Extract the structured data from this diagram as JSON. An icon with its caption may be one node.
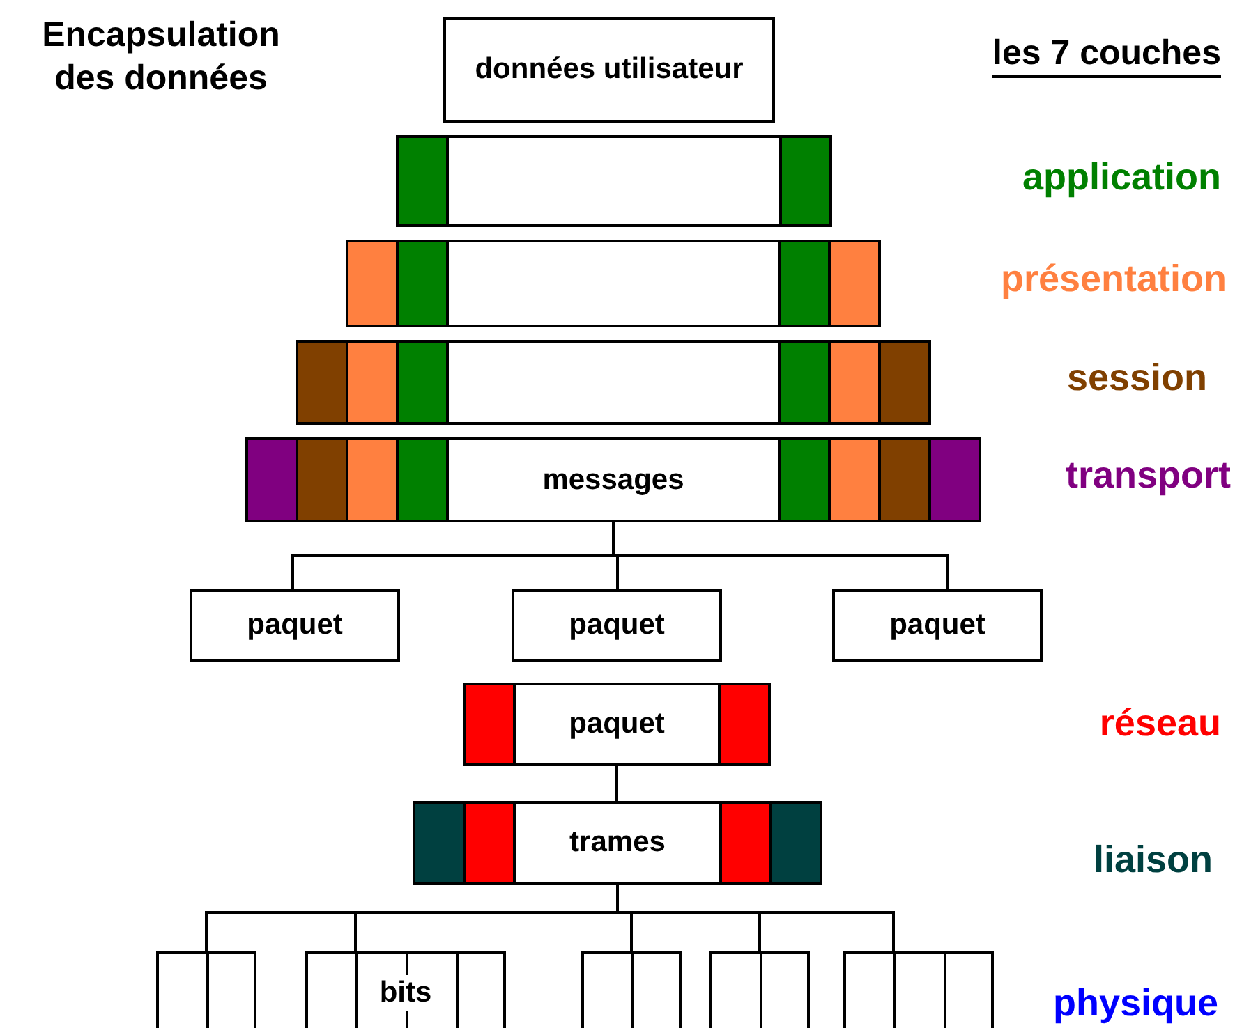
{
  "diagram": {
    "title": "Encapsulation des données",
    "nodes": [
      {
        "text": [
          "données utilisateur"
        ]
      },
      {
        "text": [],
        "shape": "box"
      },
      {
        "text": [],
        "shape": "box"
      },
      {
        "text": [],
        "shape": "box"
      },
      {
        "text": [
          "messages"
        ]
      },
      {
        "text": [
          "paquet"
        ]
      },
      {
        "text": [
          "paquet"
        ]
      },
      {
        "text": [
          "paquet"
        ]
      },
      {
        "text": [
          "paquet"
        ]
      },
      {
        "text": [
          "trames"
        ]
      },
      {
        "text": [],
        "shape": "box"
      },
      {
        "text": [
          "bits"
        ]
      },
      {
        "text": [],
        "shape": "box"
      },
      {
        "text": [],
        "shape": "box"
      },
      {
        "text": [],
        "shape": "box"
      }
    ],
    "edges": [
      {
        "from": 4,
        "to": 5,
        "arrow": "none"
      },
      {
        "from": 4,
        "to": 6,
        "arrow": "none"
      },
      {
        "from": 4,
        "to": 7,
        "arrow": "none"
      },
      {
        "from": 8,
        "to": 9,
        "arrow": "none"
      },
      {
        "from": 9,
        "to": 10,
        "arrow": "none"
      },
      {
        "from": 9,
        "to": 11,
        "arrow": "none"
      },
      {
        "from": 9,
        "to": 12,
        "arrow": "none"
      },
      {
        "from": 9,
        "to": 13,
        "arrow": "none"
      },
      {
        "from": 9,
        "to": 14,
        "arrow": "none"
      }
    ],
    "labels": [
      "les 7 couches",
      "application",
      "présentation",
      "session",
      "transport",
      "réseau",
      "liaison",
      "physique"
    ]
  }
}
